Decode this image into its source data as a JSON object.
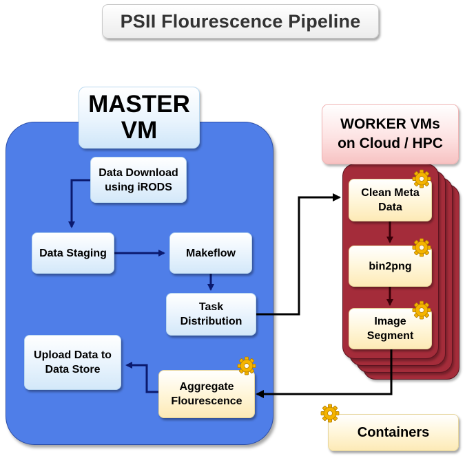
{
  "title": "PSII Flourescence Pipeline",
  "master": {
    "line1": "MASTER",
    "line2": "VM"
  },
  "worker": {
    "line1": "WORKER VMs",
    "line2": "on Cloud / HPC"
  },
  "nodes": {
    "data_download": {
      "line1": "Data Download",
      "line2": "using iRODS"
    },
    "data_staging": {
      "line1": "Data Staging"
    },
    "makeflow": {
      "line1": "Makeflow"
    },
    "task_distribution": {
      "line1": "Task",
      "line2": "Distribution"
    },
    "upload_data": {
      "line1": "Upload Data to",
      "line2": "Data Store"
    },
    "aggregate": {
      "line1": "Aggregate",
      "line2": "Flourescence"
    },
    "clean_meta": {
      "line1": "Clean Meta",
      "line2": "Data"
    },
    "bin2png": {
      "line1": "bin2png"
    },
    "image_segment": {
      "line1": "Image",
      "line2": "Segment"
    }
  },
  "legend": {
    "label": "Containers"
  },
  "colors": {
    "master_fill": "#4f7ee8",
    "worker_fill": "#a42c3a",
    "master_arrow": "#0b1a6e",
    "worker_arrow": "#3a0008",
    "connector": "#000000",
    "gear": "#f5b400"
  },
  "icons": {
    "container": "gear-icon"
  }
}
